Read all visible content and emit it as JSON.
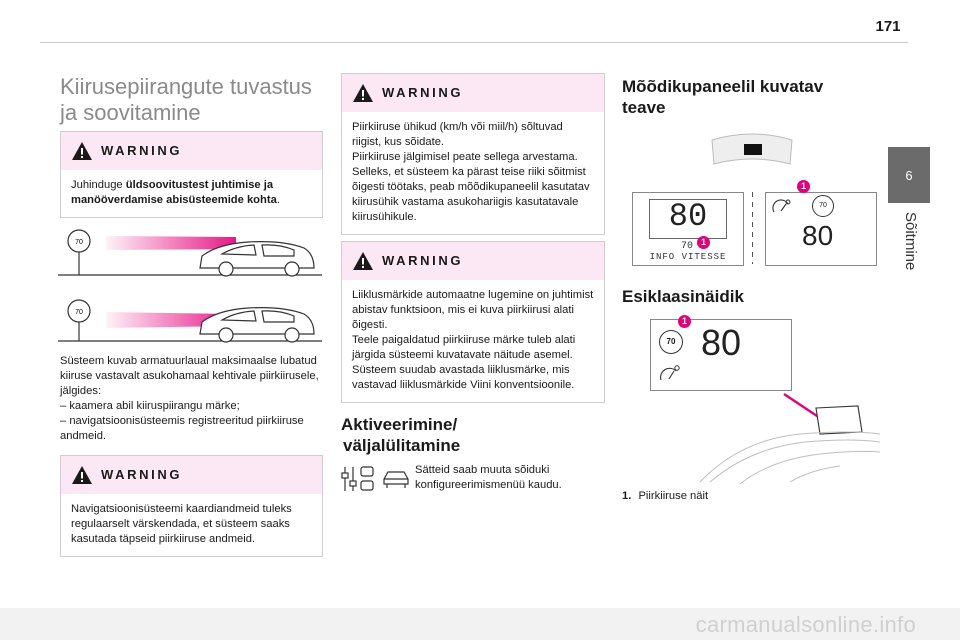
{
  "page": {
    "number": "171",
    "chapter_number": "6",
    "chapter_name": "Sõitmine",
    "watermark": "carmanualsonline.info"
  },
  "col1": {
    "title_line1": "Kiirusepiirangute tuvastus",
    "title_line2": "ja soovitamine",
    "warn1": {
      "title": "WARNING",
      "text_pre": "Juhinduge ",
      "text_bold": "üldsoovitustest juhtimise ja manööverdamise abisüsteemide kohta",
      "text_post": "."
    },
    "sign_value": "70",
    "intro": [
      "Süsteem kuvab armatuurlaual maksimaalse lubatud kiiruse vastavalt asukohamaal kehtivale piirkiirusele, jälgides:",
      "–  kaamera abil kiiruspiirangu märke;",
      "–  navigatsioonisüsteemis registreeritud piirkiiruse andmeid."
    ],
    "warn2": {
      "title": "WARNING",
      "text": "Navigatsioonisüsteemi kaardiandmeid tuleks regulaarselt värskendada, et süsteem saaks kasutada täpseid piirkiiruse andmeid."
    }
  },
  "col2": {
    "warn3": {
      "title": "WARNING",
      "lines": [
        "Piirkiiruse ühikud (km/h või miil/h) sõltuvad riigist, kus sõidate.",
        "Piirkiiruse jälgimisel peate sellega arvestama. Selleks, et süsteem ka pärast teise riiki sõitmist õigesti töötaks, peab mõõdikupaneelil kasutatav kiirusühik vastama asukohariigis kasutatavale kiirusühikule."
      ]
    },
    "warn4": {
      "title": "WARNING",
      "lines": [
        "Liiklusmärkide automaatne lugemine on juhtimist abistav funktsioon, mis ei kuva piirkiirusi alati õigesti.",
        "Teele paigaldatud piirkiiruse märke tuleb alati järgida süsteemi kuvatavate näitude asemel. Süsteem suudab avastada liiklusmärke, mis vastavad liiklusmärkide Viini konventsioonile."
      ]
    },
    "activation": {
      "heading_line1": "Aktiveerimine/",
      "heading_line2": "väljalülitamine",
      "text": "Sätteid saab muuta sõiduki konfigureerimismenüü kaudu."
    }
  },
  "col3": {
    "heading_line1": "Mõõdikupaneelil kuvatav",
    "heading_line2": "teave",
    "lcd_big": "80",
    "lcd_small": "70",
    "lcd_caption": "INFO VITESSE",
    "panel_value": "80",
    "panel_sign": "70",
    "hud_heading": "Esiklaasinäidik",
    "hud_value": "80",
    "hud_sign": "70",
    "callout": "1",
    "legend_num": "1.",
    "legend_text": "Piirkiiruse näit"
  },
  "colors": {
    "accent_magenta": "#e3007a",
    "warning_header_bg": "#fbe8f4",
    "chapter_tab": "#6b6b6b"
  }
}
